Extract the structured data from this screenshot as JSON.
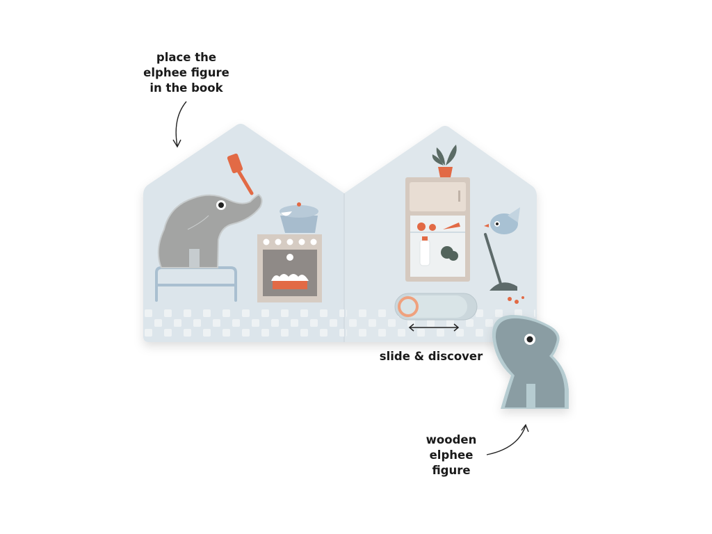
{
  "annotations": {
    "place_figure": [
      "place the",
      "elphee figure",
      "in the book"
    ],
    "slide": "slide & discover",
    "wooden_figure": [
      "wooden",
      "elphee",
      "figure"
    ]
  },
  "colors": {
    "page": "#dde6ec",
    "checker": "#eef2f4",
    "elephant": "#9b9d9c",
    "orange": "#e26a45",
    "fridge": "#d8ccc2",
    "wooden_elephant": "#8a9da3"
  }
}
